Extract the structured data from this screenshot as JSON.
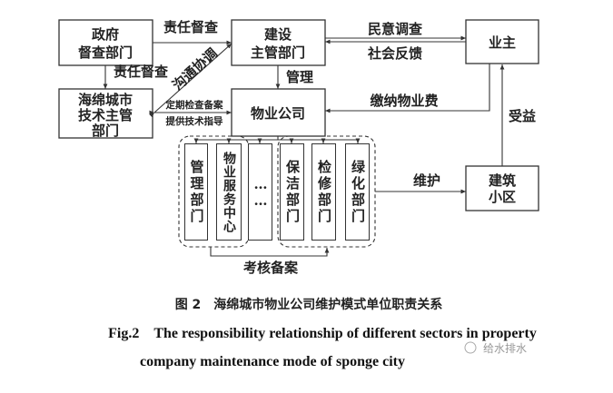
{
  "nodes": {
    "gov": [
      "政府",
      "督查部门"
    ],
    "construction": [
      "建设",
      "主管部门"
    ],
    "owner": "业主",
    "sponge": [
      "海绵城市",
      "技术主管",
      "部门"
    ],
    "property": "物业公司",
    "community": [
      "建筑",
      "小区"
    ]
  },
  "departments": [
    {
      "label": "管理部门"
    },
    {
      "label": "物业服务中心"
    },
    {
      "label": "……"
    },
    {
      "label": "保洁部门"
    },
    {
      "label": "检修部门"
    },
    {
      "label": "绿化部门"
    }
  ],
  "edges": {
    "supervise_top": "责任督查",
    "supervise_left": "责任督查",
    "coordinate": "沟通协调",
    "inspect": "定期检查备案",
    "guidance": "提供技术指导",
    "manage": "管理",
    "survey": "民意调查",
    "feedback": "社会反馈",
    "fee": "缴纳物业费",
    "benefit": "受益",
    "maintain": "维护",
    "assess": "考核备案"
  },
  "caption": {
    "cn": "图 2　海绵城市物业公司维护模式单位职责关系",
    "en1": "Fig.2　The responsibility relationship of different sectors in property",
    "en2": "company maintenance mode of sponge city"
  },
  "watermark": "给水排水"
}
